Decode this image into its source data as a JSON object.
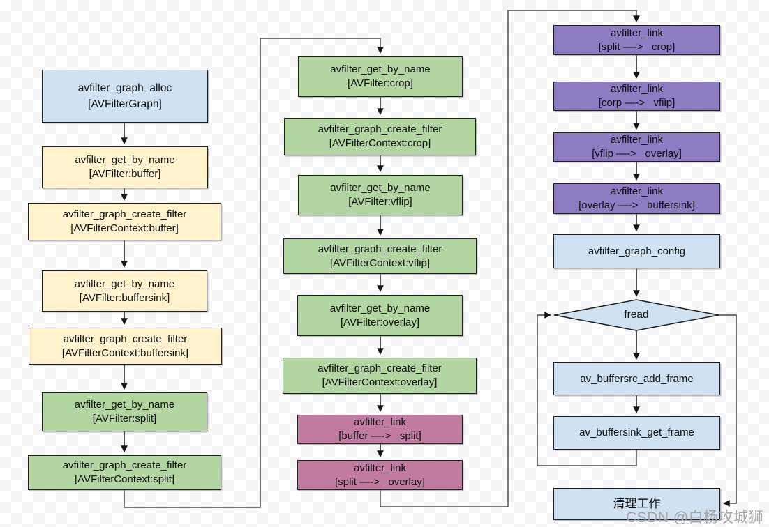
{
  "colors": {
    "blue": "#cfe2f3",
    "yellow": "#fff2cc",
    "green": "#b2d6a2",
    "pink": "#c27ba0",
    "purple": "#8e7cc3",
    "border": "#1d1d1d",
    "wire": "#4a4a4a",
    "arrow": "#161616",
    "watermark": "#a6a6a6"
  },
  "watermark": "CSDN @白杨攻城狮",
  "flow": {
    "left": [
      {
        "line1": "avfilter_graph_alloc",
        "line2": "[AVFilterGraph]"
      },
      {
        "line1": "avfilter_get_by_name",
        "line2": "[AVFilter:buffer]"
      },
      {
        "line1": "avfilter_graph_create_filter",
        "line2": "[AVFilterContext:buffer]"
      },
      {
        "line1": "avfilter_get_by_name",
        "line2": "[AVFilter:buffersink]"
      },
      {
        "line1": "avfilter_graph_create_filter",
        "line2": "[AVFilterContext:buffersink]"
      },
      {
        "line1": "avfilter_get_by_name",
        "line2": "[AVFilter:split]"
      },
      {
        "line1": "avfilter_graph_create_filter",
        "line2": "[AVFilterContext:split]"
      }
    ],
    "middle": [
      {
        "line1": "avfilter_get_by_name",
        "line2": "[AVFilter:crop]"
      },
      {
        "line1": "avfilter_graph_create_filter",
        "line2": "[AVFilterContext:crop]"
      },
      {
        "line1": "avfilter_get_by_name",
        "line2": "[AVFilter:vflip]"
      },
      {
        "line1": "avfilter_graph_create_filter",
        "line2": "[AVFilterContext:vflip]"
      },
      {
        "line1": "avfilter_get_by_name",
        "line2": "[AVFilter:overlay]"
      },
      {
        "line1": "avfilter_graph_create_filter",
        "line2": "[AVFilterContext:overlay]"
      },
      {
        "line1": "avfilter_link",
        "line2": "[buffer —->   split]"
      },
      {
        "line1": "avfilter_link",
        "line2": "[split —->   overlay]"
      }
    ],
    "right": [
      {
        "line1": "avfilter_link",
        "line2": "[split —->   crop]"
      },
      {
        "line1": "avfilter_link",
        "line2": "[corp —->   vfiip]"
      },
      {
        "line1": "avfilter_link",
        "line2": "[vflip —->   overlay]"
      },
      {
        "line1": "avfilter_link",
        "line2": "[overlay —->   buffersink]"
      },
      {
        "line1": "avfilter_graph_config"
      },
      {
        "line1": "av_buffersrc_add_frame"
      },
      {
        "line1": "av_buffersink_get_frame"
      },
      {
        "line1": "清理工作"
      }
    ],
    "decision": {
      "label": "fread"
    }
  }
}
